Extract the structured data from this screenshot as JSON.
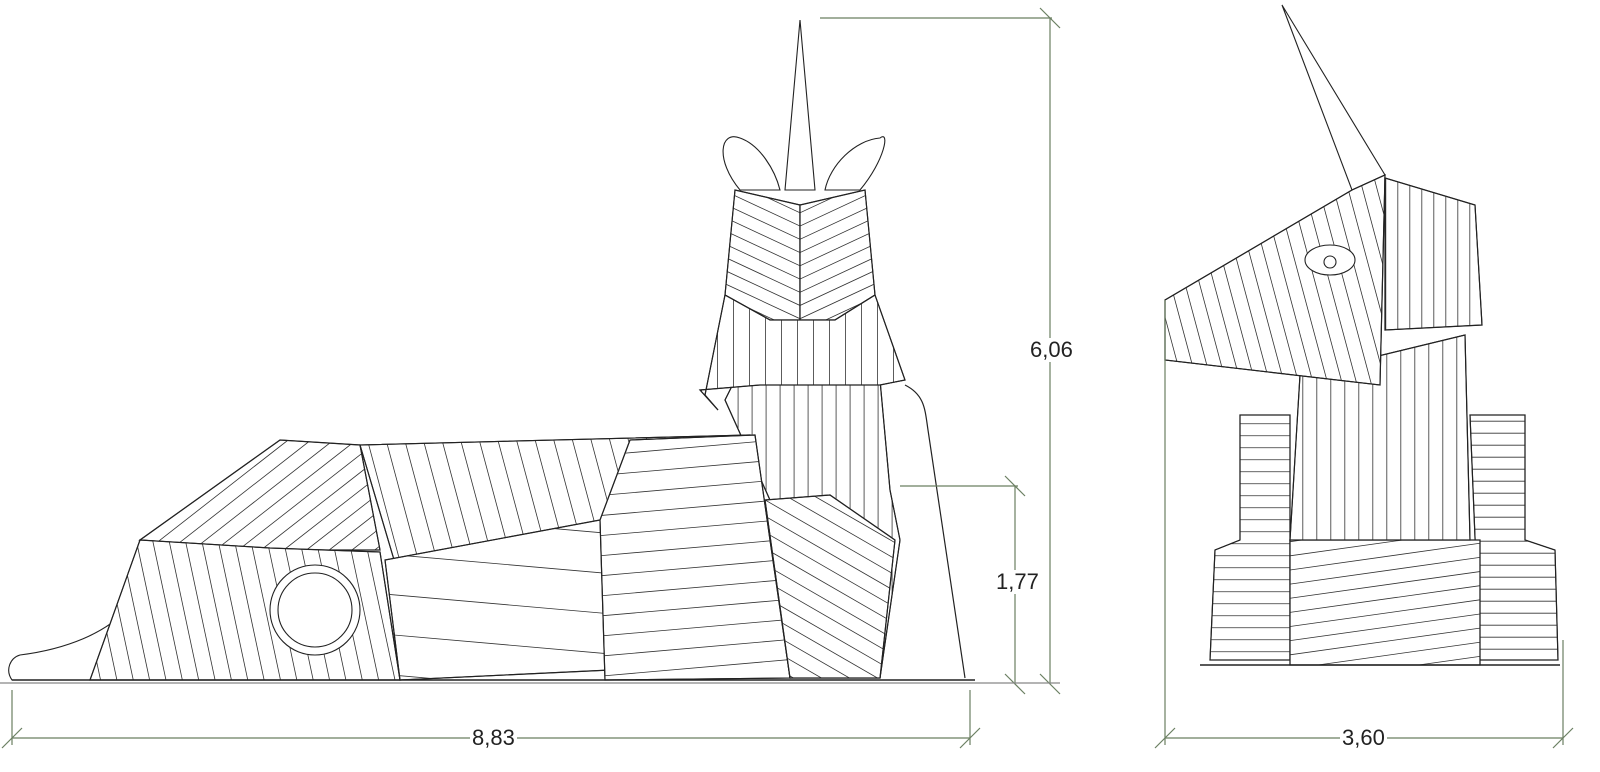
{
  "drawing": {
    "side_view": {
      "total_height": "6,06",
      "platform_height": "1,77",
      "total_length": "8,83"
    },
    "front_view": {
      "total_width": "3,60"
    },
    "colors": {
      "dimension_line": "#6b7f62",
      "drawing_line": "#222222"
    }
  }
}
